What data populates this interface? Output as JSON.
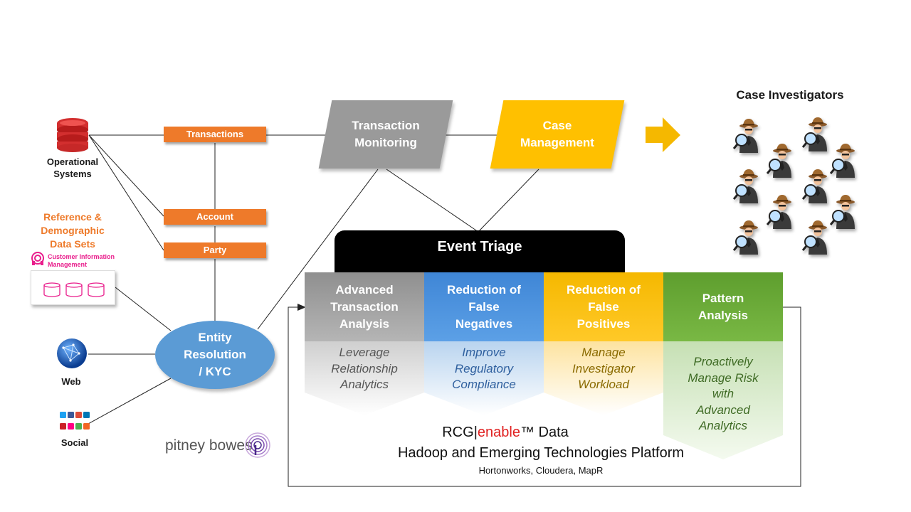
{
  "sources": {
    "operational": [
      "Operational",
      "Systems"
    ],
    "reference": [
      "Reference &",
      "Demographic",
      "Data Sets"
    ],
    "cim": [
      "Customer Information",
      "Management"
    ],
    "web": "Web",
    "social": "Social"
  },
  "data_boxes": {
    "transactions": "Transactions",
    "account": "Account",
    "party": "Party"
  },
  "entity_resolution": [
    "Entity",
    "Resolution",
    "/ KYC"
  ],
  "transaction_monitoring": [
    "Transaction",
    "Monitoring"
  ],
  "case_management": [
    "Case",
    "Management"
  ],
  "case_investigators": "Case Investigators",
  "event_triage": "Event Triage",
  "columns": [
    {
      "title": [
        "Advanced",
        "Transaction",
        "Analysis"
      ],
      "desc": [
        "Leverage",
        "Relationship",
        "Analytics"
      ]
    },
    {
      "title": [
        "Reduction of",
        "False",
        "Negatives"
      ],
      "desc": [
        "Improve",
        "Regulatory",
        "Compliance"
      ]
    },
    {
      "title": [
        "Reduction of",
        "False",
        "Positives"
      ],
      "desc": [
        "Manage",
        "Investigator",
        "Workload"
      ]
    },
    {
      "title": [
        "Pattern",
        "Analysis"
      ],
      "desc": [
        "Proactively",
        "Manage Risk",
        "with",
        "Advanced",
        "Analytics"
      ]
    }
  ],
  "platform": {
    "rcg": "RCG",
    "sep": "|",
    "enable": "enable",
    "tm_data": "™ Data",
    "line2": "Hadoop and Emerging Technologies Platform",
    "line3": "Hortonworks,  Cloudera, MapR"
  },
  "logo": "pitney bowes",
  "colors": {
    "orange": "#ee7a2a",
    "gray": "#9a9a9a",
    "blue": "#4a90d9",
    "yellow": "#ffc000",
    "green": "#6aab3a",
    "entity_blue": "#5b9bd5",
    "enable_red": "#e02020"
  }
}
